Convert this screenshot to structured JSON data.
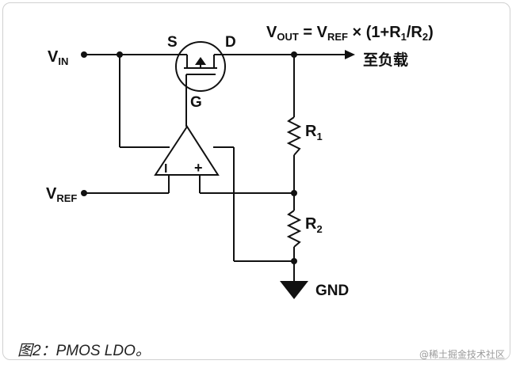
{
  "labels": {
    "vin": "V",
    "vin_sub": "IN",
    "vref": "V",
    "vref_sub": "REF",
    "source": "S",
    "drain": "D",
    "gate": "G",
    "r1": "R",
    "r1_sub": "1",
    "r2": "R",
    "r2_sub": "2",
    "gnd": "GND",
    "load": "至负载",
    "opamp_inv": "I",
    "opamp_noninv": "+"
  },
  "formula": {
    "v": "V",
    "out_sub": "OUT",
    "eq": " = V",
    "ref_sub": "REF",
    "mid": " × (1+R",
    "r1_sub": "1",
    "slash": "/R",
    "r2_sub": "2",
    "close": ")"
  },
  "caption": "图2：PMOS LDO。",
  "watermark": "@稀土掘金技术社区"
}
